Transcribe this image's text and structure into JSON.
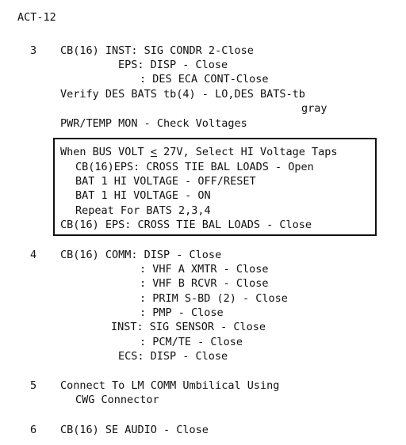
{
  "header": {
    "page_id": "ACT-12"
  },
  "steps": [
    {
      "number": "3",
      "lines": [
        "CB(16) INST: SIG CONDR 2-Close",
        "EPS: DISP - Close",
        ": DES ECA CONT-Close",
        "Verify DES BATS tb(4) - LO,DES BATS-tb",
        "gray",
        "PWR/TEMP MON - Check Voltages"
      ],
      "box": {
        "condition_prefix": "When BUS VOLT ",
        "condition_symbol": "<",
        "condition_suffix": " 27V, Select HI Voltage Taps",
        "lines": [
          "CB(16)EPS: CROSS TIE BAL LOADS - Open",
          "BAT 1 HI VOLTAGE - OFF/RESET",
          "BAT 1 HI VOLTAGE - ON",
          "Repeat For BATS 2,3,4",
          "CB(16) EPS: CROSS TIE BAL LOADS - Close"
        ]
      }
    },
    {
      "number": "4",
      "lines": [
        "CB(16) COMM: DISP - Close",
        ": VHF A XMTR - Close",
        ": VHF B RCVR - Close",
        ": PRIM S-BD (2) - Close",
        ": PMP - Close",
        "INST: SIG SENSOR - Close",
        ": PCM/TE - Close",
        "ECS: DISP - Close"
      ]
    },
    {
      "number": "5",
      "lines": [
        "Connect To LM COMM Umbilical Using",
        "CWG Connector"
      ]
    },
    {
      "number": "6",
      "lines": [
        "CB(16) SE AUDIO - Close"
      ]
    }
  ]
}
